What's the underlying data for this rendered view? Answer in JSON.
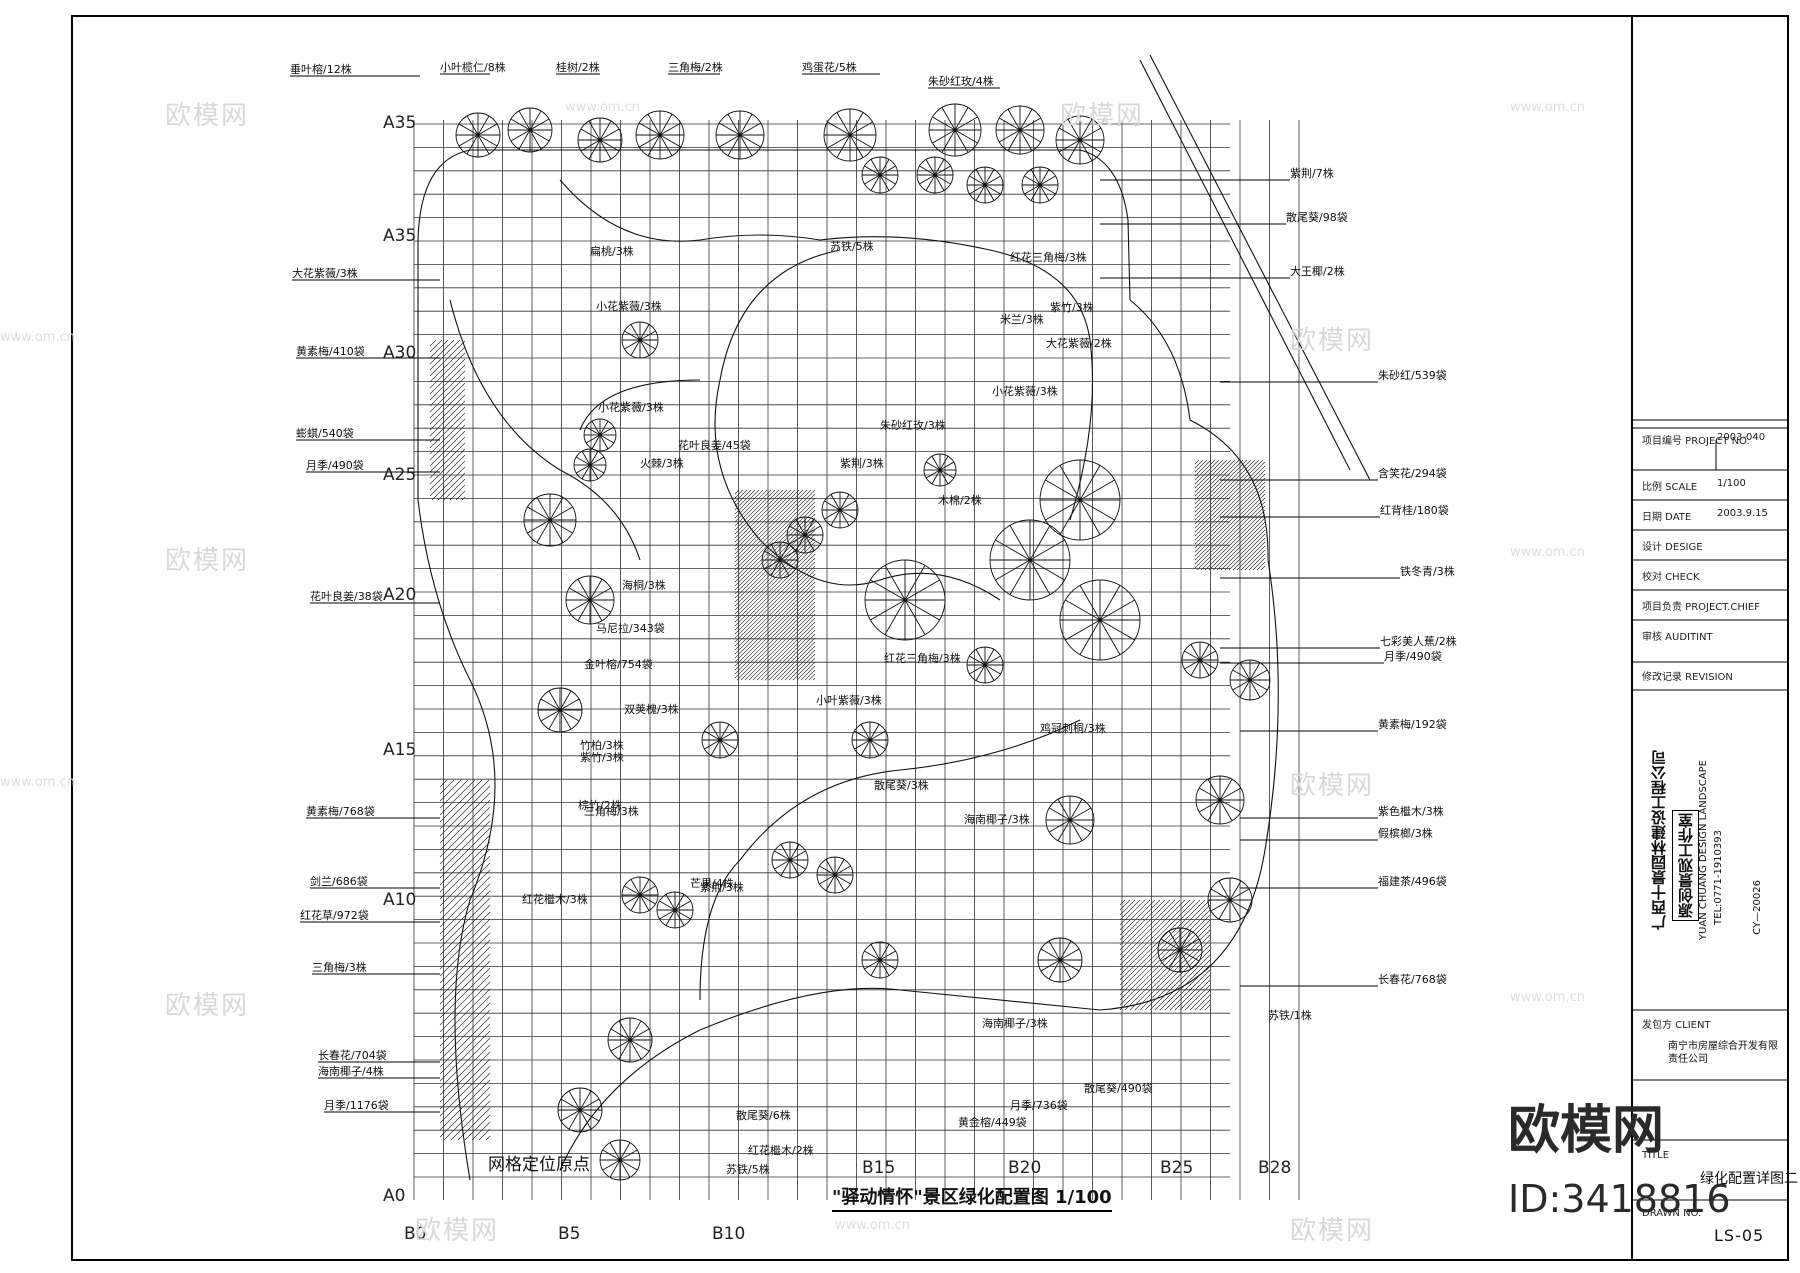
{
  "drawing": {
    "title": "\"驿动情怀\"景区绿化配置图 1/100",
    "origin_label": "网格定位原点",
    "grid_rows": [
      "A35",
      "A35",
      "A30",
      "A25",
      "A20",
      "A15",
      "A10",
      "A0"
    ],
    "grid_cols": [
      "B0",
      "B5",
      "B10",
      "B15",
      "B20",
      "B25",
      "B28"
    ]
  },
  "labels_left": [
    "垂叶榕/12株",
    "大花紫薇/3株",
    "黄素梅/410袋",
    "蟛蜞/540袋",
    "月季/490袋",
    "花叶良姜/38袋",
    "黄素梅/768袋",
    "剑兰/686袋",
    "红花草/972袋",
    "三角梅/3株",
    "长春花/704袋",
    "海南椰子/4株",
    "月季/1176袋"
  ],
  "labels_top": [
    "小叶榄仁/8株",
    "桂树/2株",
    "三角梅/2株",
    "鸡蛋花/5株",
    "朱砂红玫/4株"
  ],
  "labels_right": [
    "紫荆/7株",
    "散尾葵/98袋",
    "大王椰/2株",
    "朱砂红/539袋",
    "含笑花/294袋",
    "红背桂/180袋",
    "铁冬青/3株",
    "七彩美人蕉/2株",
    "月季/490袋",
    "黄素梅/192袋",
    "紫色檵木/3株",
    "假槟榔/3株",
    "福建茶/496袋",
    "长春花/768袋"
  ],
  "labels_inner": [
    "扁桃/3株",
    "小花紫薇/3株",
    "红花三角梅/3株",
    "紫竹/3株",
    "小花紫薇/3株",
    "米兰/3株",
    "大花紫薇/2株",
    "朱砂红玫/3株",
    "小花紫薇/3株",
    "花叶良姜/45袋",
    "火棘/3株",
    "紫荆/3株",
    "木棉/2株",
    "海桐/3株",
    "马尼拉/343袋",
    "金叶榕/754袋",
    "双荚槐/3株",
    "红花三角梅/3株",
    "小叶紫薇/3株",
    "鸡冠刺桐/3株",
    "紫竹/3株",
    "竹柏/3株",
    "三角梅/3株",
    "棕竹/2株",
    "红花檵木/3株",
    "芒果/4株",
    "海南椰子/3株",
    "紫荆/3株",
    "散尾葵/490袋",
    "月季/736袋",
    "黄金榕/449袋",
    "散尾葵/6株",
    "红花檵木/2株",
    "苏铁/5株",
    "苏铁/5株",
    "散尾葵/3株",
    "海南椰子/3株",
    "苏铁/1株"
  ],
  "title_block": {
    "project_no_label": "项目编号 PROJECT NO.",
    "project_no": "2003-040",
    "scale_label": "比例 SCALE",
    "scale": "1/100",
    "date_label": "日期 DATE",
    "date": "2003.9.15",
    "design_label": "设计 DESIGE",
    "check_label": "校对 CHECK",
    "chief_label": "项目负责 PROJECT.CHIEF",
    "audit_label": "审核 AUDITINT",
    "revision_label": "修改记录 REVISION",
    "company_cn": "广西十景园林建设工程公司",
    "studio_cn": "源创景观工作室",
    "company_en": "YUAN CHUANG DESIGN LANDSCAPE",
    "tel": "TEL:0771-1910393",
    "cert": "CY—20026",
    "client_label": "发包方 CLIENT",
    "client": "南宁市房屋综合开发有限责任公司",
    "title_label": "TITLE",
    "title": "绿化配置详图二",
    "drawn_label": "DRAWN NO.",
    "drawn_no": "LS-05"
  },
  "watermarks": {
    "brand": "欧模网",
    "url": "www.om.cn",
    "id": "ID:3418816"
  }
}
